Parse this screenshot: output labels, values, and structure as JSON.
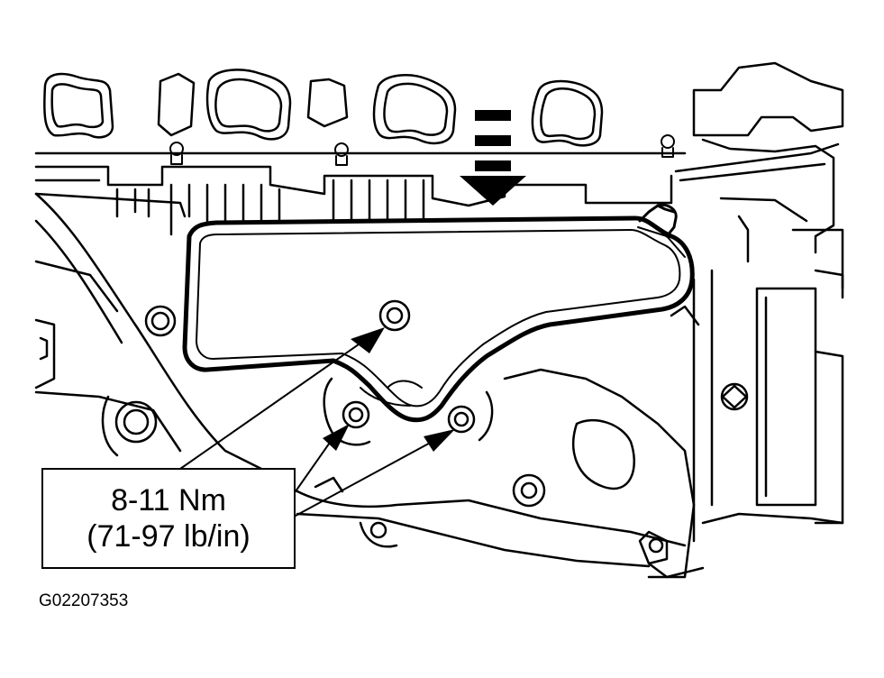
{
  "diagram": {
    "torque_spec": {
      "metric": "8-11 Nm",
      "imperial": "(71-97 lb/in)"
    },
    "figure_id": "G02207353"
  },
  "colors": {
    "line": "#000000",
    "background": "#ffffff"
  }
}
